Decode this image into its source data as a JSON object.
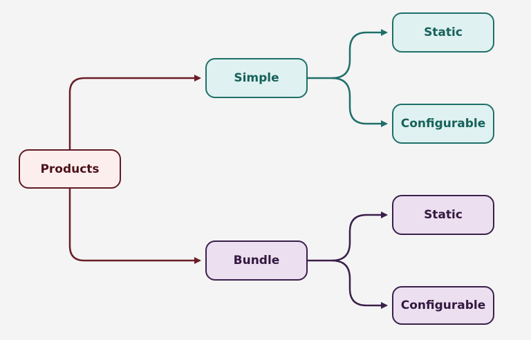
{
  "nodes": {
    "root": "Products",
    "simple": "Simple",
    "bundle": "Bundle",
    "simple_static": "Static",
    "simple_configurable": "Configurable",
    "bundle_static": "Static",
    "bundle_configurable": "Configurable"
  },
  "colors": {
    "background": "#f4f4f4",
    "root_fill": "#fdeeee",
    "root_stroke": "#5e1a22",
    "teal_fill": "#dff1f0",
    "teal_stroke": "#1f6f69",
    "purple_fill": "#ebdff0",
    "purple_stroke": "#3a1f4a"
  }
}
